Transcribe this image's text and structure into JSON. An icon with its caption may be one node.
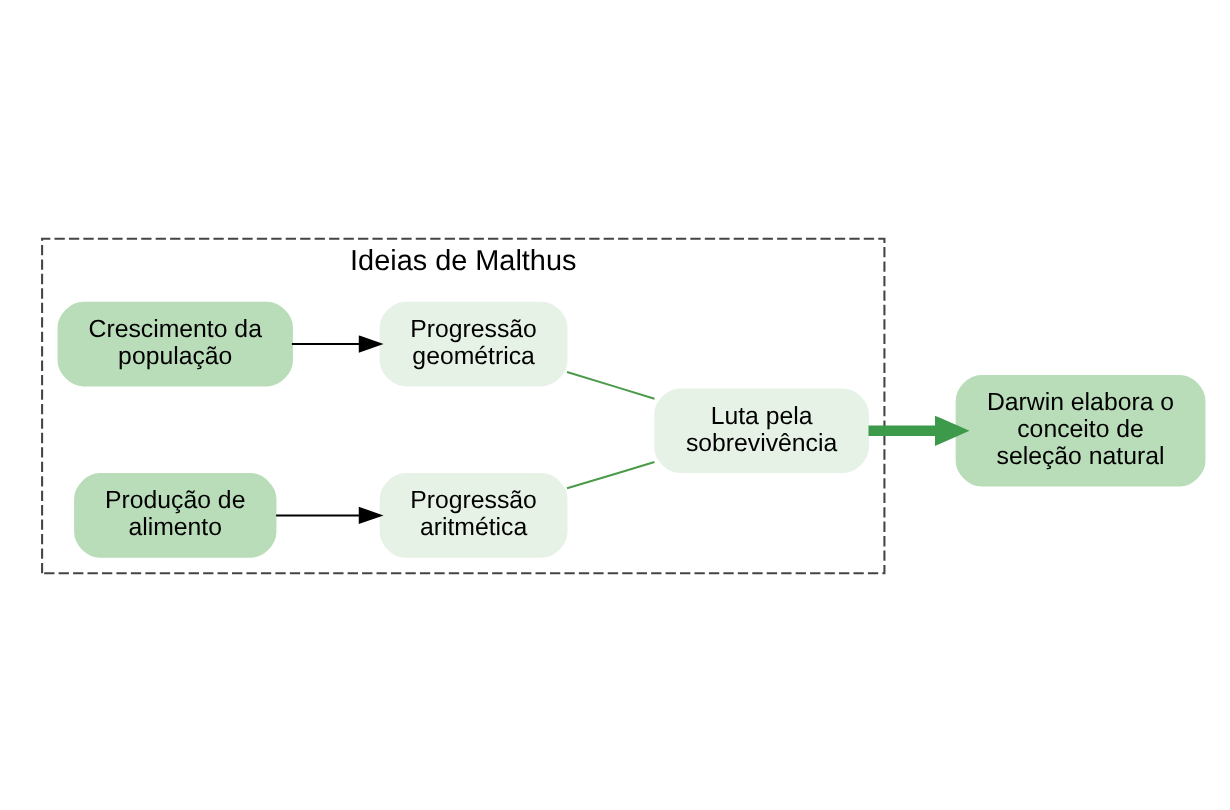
{
  "diagram": {
    "nodes": [
      {
        "text": [
          "Ideias de Malthus"
        ]
      },
      {
        "text": [
          "Crescimento da população"
        ],
        "in": 0
      },
      {
        "text": [
          "Progressão geométrica"
        ],
        "in": 0
      },
      {
        "text": [
          "Produção de alimento"
        ],
        "in": 0
      },
      {
        "text": [
          "Progressão aritmética"
        ],
        "in": 0
      },
      {
        "text": [
          "Luta pela sobrevivência"
        ],
        "in": 0
      },
      {
        "text": [
          "Darwin elabora o conceito de seleção natural"
        ]
      }
    ],
    "edges": [
      {
        "from": 1,
        "to": 2,
        "arrow": "to"
      },
      {
        "from": 3,
        "to": 4,
        "arrow": "to"
      },
      {
        "from": 2,
        "to": 5,
        "arrow": "none",
        "color": "#4a9a4a"
      },
      {
        "from": 4,
        "to": 5,
        "arrow": "none",
        "color": "#4a9a4a"
      },
      {
        "from": 5,
        "to": 6,
        "arrow": "to",
        "style": "thick",
        "color": "#3d9a4a"
      }
    ]
  }
}
